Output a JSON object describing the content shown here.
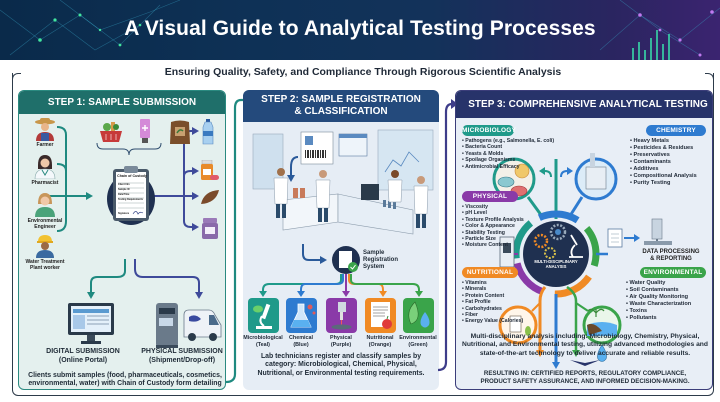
{
  "header": {
    "title": "A Visual Guide to Analytical Testing Processes",
    "subtitle": "Ensuring Quality, Safety, and Compliance Through Rigorous Scientific Analysis"
  },
  "colors": {
    "banner": "#0e3156",
    "step1": "#1f6f6a",
    "step2": "#244a7c",
    "step3": "#27336a",
    "teal": "#1f9a8a",
    "blue": "#2e7bd0",
    "purple": "#8a3aa8",
    "orange": "#f08a24",
    "green": "#3aa44a"
  },
  "step1": {
    "title": "STEP 1: SAMPLE SUBMISSION",
    "clients": [
      {
        "label": "Farmer",
        "icon": "farmer-icon"
      },
      {
        "label": "Pharmacist",
        "icon": "pharmacist-icon"
      },
      {
        "label": "Environmental Engineer",
        "icon": "engineer-icon"
      },
      {
        "label": "Water Treatment Plant worker",
        "icon": "worker-icon"
      }
    ],
    "sample_icons": [
      "food-basket-icon",
      "cosmetic-tube-icon",
      "soil-bag-icon"
    ],
    "output_icons": [
      "water-bottle-icon",
      "pill-bottle-icon",
      "leaf-sample-icon",
      "jar-icon"
    ],
    "form": {
      "title": "Chain of Custody",
      "fields": [
        "Client Info",
        "Sample ID",
        "Date/Time",
        "Testing Requirements"
      ],
      "signature_label": "Signature"
    },
    "digital": {
      "title": "DIGITAL SUBMISSION",
      "subtitle": "(Online Portal)"
    },
    "physical": {
      "title": "PHYSICAL SUBMISSION",
      "subtitle": "(Shipment/Drop-off)"
    },
    "description": "Clients submit samples (food, pharmaceuticals, cosmetics, environmental, water) with Chain of Custody form detailing testing requirements via digital or physical submission."
  },
  "step2": {
    "title_line1": "STEP 2: SAMPLE REGISTRATION",
    "title_line2": "& CLASSIFICATION",
    "system_label": "Sample Registration System",
    "categories": [
      {
        "name": "Microbiological",
        "color_name": "(Teal)",
        "color": "#1f9a8a"
      },
      {
        "name": "Chemical",
        "color_name": "(Blue)",
        "color": "#2e7bd0"
      },
      {
        "name": "Physical",
        "color_name": "(Purple)",
        "color": "#8a3aa8"
      },
      {
        "name": "Nutritional",
        "color_name": "(Orange)",
        "color": "#f08a24"
      },
      {
        "name": "Environmental",
        "color_name": "(Green)",
        "color": "#3aa44a"
      }
    ],
    "description": "Lab technicians register and classify samples by category: Microbiological, Chemical, Physical, Nutritional, or Environmental testing requirements."
  },
  "step3": {
    "title": "STEP 3: COMPREHENSIVE ANALYTICAL TESTING",
    "hub_label": "MULTI-DISCIPLINARY ANALYSIS",
    "data_label_line1": "DATA PROCESSING",
    "data_label_line2": "& REPORTING",
    "disciplines": {
      "microbiology": {
        "label": "MICROBIOLOGY",
        "items": [
          "Pathogens (e.g., Salmonella, E. coli)",
          "Bacteria Count",
          "Yeasts & Molds",
          "Spoilage Organisms",
          "Antimicrobial Efficacy"
        ]
      },
      "chemistry": {
        "label": "CHEMISTRY",
        "items": [
          "Heavy Metals",
          "Pesticides & Residues",
          "Preservatives",
          "Contaminants",
          "Additives",
          "Compositional Analysis",
          "Purity Testing"
        ]
      },
      "physical": {
        "label": "PHYSICAL",
        "items": [
          "Viscosity",
          "pH Level",
          "Texture Profile Analysis",
          "Color & Appearance",
          "Stability Testing",
          "Particle Size",
          "Moisture Content"
        ]
      },
      "nutritional": {
        "label": "NUTRITIONAL",
        "items": [
          "Vitamins",
          "Minerals",
          "Protein Content",
          "Fat Profile",
          "Carbohydrates",
          "Fiber",
          "Energy Value (Calories)"
        ]
      },
      "environmental": {
        "label": "ENVIRONMENTAL",
        "items": [
          "Water Quality",
          "Soil Contaminants",
          "Air Quality Monitoring",
          "Waste Characterization",
          "Toxins",
          "Pollutants"
        ]
      }
    },
    "description": "Multi-disciplinary analysis including: Microbiology, Chemistry, Physical, Nutritional, and Environmental testing, utilizing advanced methodologies and state-of-the-art technology to deliver accurate and reliable results.",
    "result_line1": "RESULTING IN: CERTIFIED REPORTS, REGULATORY COMPLIANCE,",
    "result_line2": "PRODUCT SAFETY ASSURANCE, AND INFORMED DECISION-MAKING."
  }
}
